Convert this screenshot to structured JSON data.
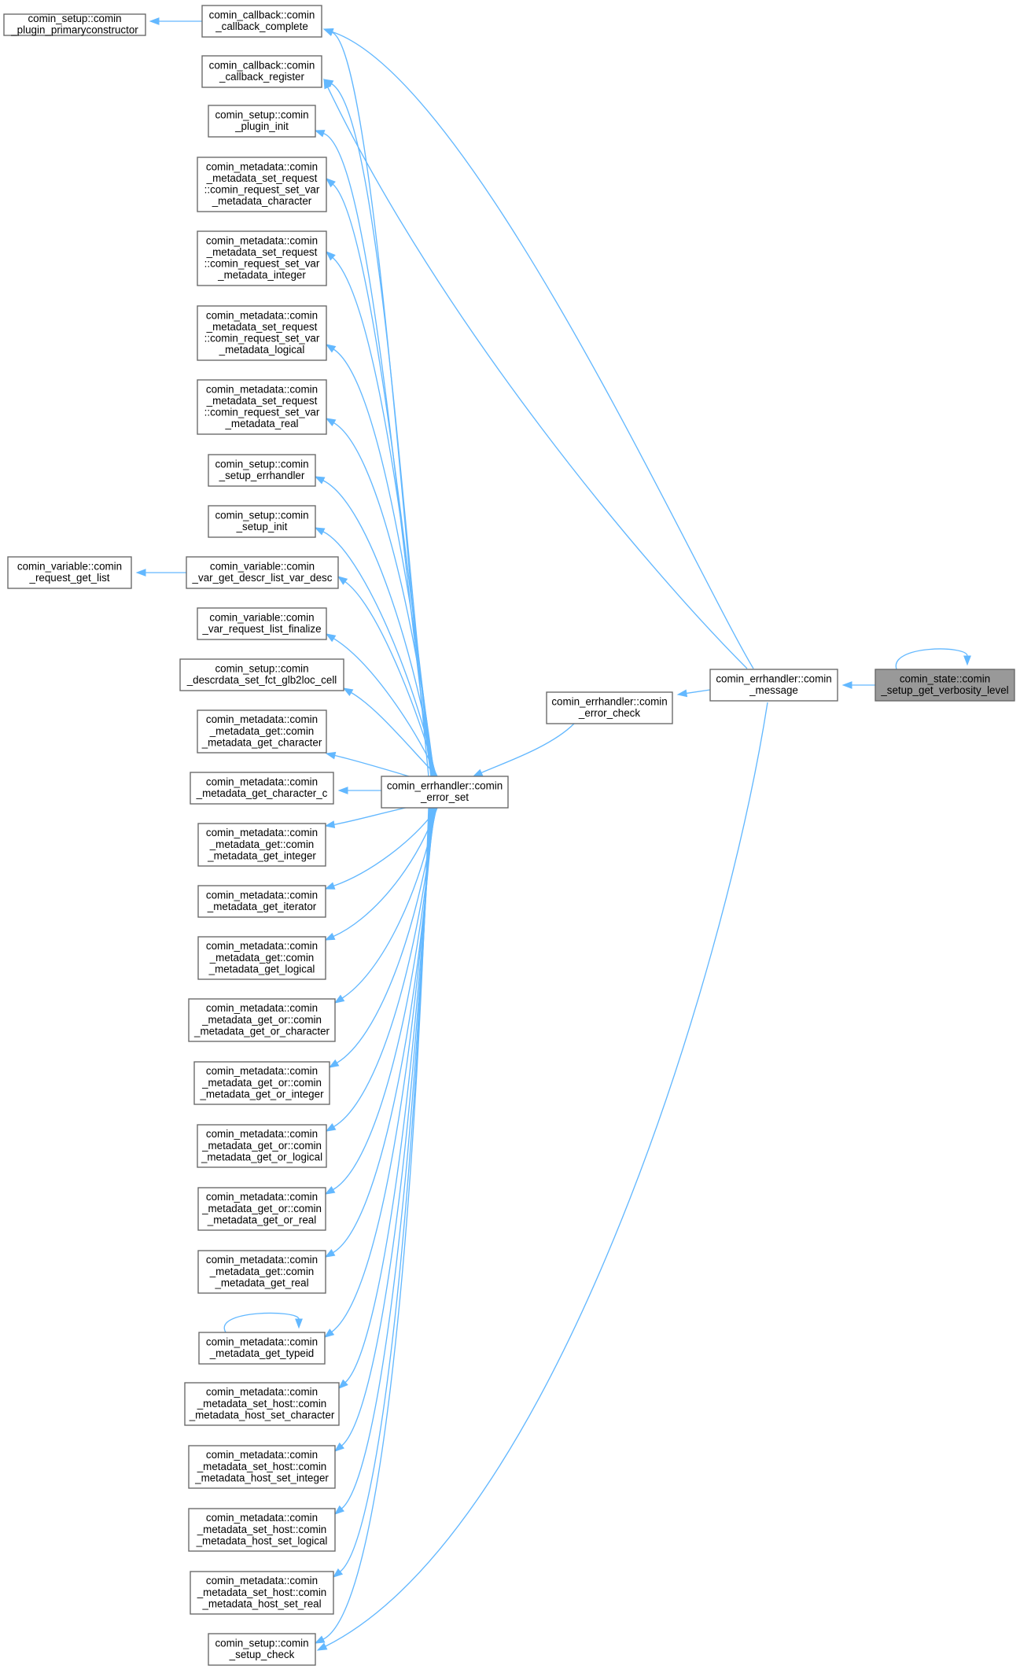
{
  "graph": {
    "nodes": [
      {
        "id": "n_target",
        "lines": [
          "comin_state::comin",
          "_setup_get_verbosity_level"
        ],
        "highlighted": true
      },
      {
        "id": "n_message",
        "lines": [
          "comin_errhandler::comin",
          "_message"
        ]
      },
      {
        "id": "n_error_check",
        "lines": [
          "comin_errhandler::comin",
          "_error_check"
        ]
      },
      {
        "id": "n_error_set",
        "lines": [
          "comin_errhandler::comin",
          "_error_set"
        ]
      },
      {
        "id": "n_cb_complete",
        "lines": [
          "comin_callback::comin",
          "_callback_complete"
        ]
      },
      {
        "id": "n_primaryctor",
        "lines": [
          "comin_setup::comin",
          "_plugin_primaryconstructor"
        ]
      },
      {
        "id": "n_cb_register",
        "lines": [
          "comin_callback::comin",
          "_callback_register"
        ]
      },
      {
        "id": "n_plugin_init",
        "lines": [
          "comin_setup::comin",
          "_plugin_init"
        ]
      },
      {
        "id": "n_set_char",
        "lines": [
          "comin_metadata::comin",
          "_metadata_set_request",
          "::comin_request_set_var",
          "_metadata_character"
        ]
      },
      {
        "id": "n_set_int",
        "lines": [
          "comin_metadata::comin",
          "_metadata_set_request",
          "::comin_request_set_var",
          "_metadata_integer"
        ]
      },
      {
        "id": "n_set_log",
        "lines": [
          "comin_metadata::comin",
          "_metadata_set_request",
          "::comin_request_set_var",
          "_metadata_logical"
        ]
      },
      {
        "id": "n_set_real",
        "lines": [
          "comin_metadata::comin",
          "_metadata_set_request",
          "::comin_request_set_var",
          "_metadata_real"
        ]
      },
      {
        "id": "n_setup_errh",
        "lines": [
          "comin_setup::comin",
          "_setup_errhandler"
        ]
      },
      {
        "id": "n_setup_init",
        "lines": [
          "comin_setup::comin",
          "_setup_init"
        ]
      },
      {
        "id": "n_var_desc",
        "lines": [
          "comin_variable::comin",
          "_var_get_descr_list_var_desc"
        ]
      },
      {
        "id": "n_req_list",
        "lines": [
          "comin_variable::comin",
          "_request_get_list"
        ]
      },
      {
        "id": "n_var_finalize",
        "lines": [
          "comin_variable::comin",
          "_var_request_list_finalize"
        ]
      },
      {
        "id": "n_glb2loc",
        "lines": [
          "comin_setup::comin",
          "_descrdata_set_fct_glb2loc_cell"
        ]
      },
      {
        "id": "n_get_char",
        "lines": [
          "comin_metadata::comin",
          "_metadata_get::comin",
          "_metadata_get_character"
        ]
      },
      {
        "id": "n_get_char_c",
        "lines": [
          "comin_metadata::comin",
          "_metadata_get_character_c"
        ]
      },
      {
        "id": "n_get_int",
        "lines": [
          "comin_metadata::comin",
          "_metadata_get::comin",
          "_metadata_get_integer"
        ]
      },
      {
        "id": "n_get_iter",
        "lines": [
          "comin_metadata::comin",
          "_metadata_get_iterator"
        ]
      },
      {
        "id": "n_get_log",
        "lines": [
          "comin_metadata::comin",
          "_metadata_get::comin",
          "_metadata_get_logical"
        ]
      },
      {
        "id": "n_getor_char",
        "lines": [
          "comin_metadata::comin",
          "_metadata_get_or::comin",
          "_metadata_get_or_character"
        ]
      },
      {
        "id": "n_getor_int",
        "lines": [
          "comin_metadata::comin",
          "_metadata_get_or::comin",
          "_metadata_get_or_integer"
        ]
      },
      {
        "id": "n_getor_log",
        "lines": [
          "comin_metadata::comin",
          "_metadata_get_or::comin",
          "_metadata_get_or_logical"
        ]
      },
      {
        "id": "n_getor_real",
        "lines": [
          "comin_metadata::comin",
          "_metadata_get_or::comin",
          "_metadata_get_or_real"
        ]
      },
      {
        "id": "n_get_real",
        "lines": [
          "comin_metadata::comin",
          "_metadata_get::comin",
          "_metadata_get_real"
        ]
      },
      {
        "id": "n_typeid",
        "lines": [
          "comin_metadata::comin",
          "_metadata_get_typeid"
        ]
      },
      {
        "id": "n_host_char",
        "lines": [
          "comin_metadata::comin",
          "_metadata_set_host::comin",
          "_metadata_host_set_character"
        ]
      },
      {
        "id": "n_host_int",
        "lines": [
          "comin_metadata::comin",
          "_metadata_set_host::comin",
          "_metadata_host_set_integer"
        ]
      },
      {
        "id": "n_host_log",
        "lines": [
          "comin_metadata::comin",
          "_metadata_set_host::comin",
          "_metadata_host_set_logical"
        ]
      },
      {
        "id": "n_host_real",
        "lines": [
          "comin_metadata::comin",
          "_metadata_set_host::comin",
          "_metadata_host_set_real"
        ]
      },
      {
        "id": "n_setup_check",
        "lines": [
          "comin_setup::comin",
          "_setup_check"
        ]
      }
    ],
    "edges": [
      {
        "from": "n_target",
        "to": "n_target"
      },
      {
        "from": "n_target",
        "to": "n_message"
      },
      {
        "from": "n_message",
        "to": "n_cb_complete"
      },
      {
        "from": "n_message",
        "to": "n_cb_register"
      },
      {
        "from": "n_message",
        "to": "n_error_check"
      },
      {
        "from": "n_message",
        "to": "n_setup_check"
      },
      {
        "from": "n_error_check",
        "to": "n_error_set"
      },
      {
        "from": "n_cb_complete",
        "to": "n_primaryctor"
      },
      {
        "from": "n_error_set",
        "to": "n_cb_complete"
      },
      {
        "from": "n_error_set",
        "to": "n_cb_register"
      },
      {
        "from": "n_error_set",
        "to": "n_plugin_init"
      },
      {
        "from": "n_error_set",
        "to": "n_set_char"
      },
      {
        "from": "n_error_set",
        "to": "n_set_int"
      },
      {
        "from": "n_error_set",
        "to": "n_set_log"
      },
      {
        "from": "n_error_set",
        "to": "n_set_real"
      },
      {
        "from": "n_error_set",
        "to": "n_setup_errh"
      },
      {
        "from": "n_error_set",
        "to": "n_setup_init"
      },
      {
        "from": "n_error_set",
        "to": "n_var_desc"
      },
      {
        "from": "n_var_desc",
        "to": "n_req_list"
      },
      {
        "from": "n_error_set",
        "to": "n_var_finalize"
      },
      {
        "from": "n_error_set",
        "to": "n_glb2loc"
      },
      {
        "from": "n_error_set",
        "to": "n_get_char"
      },
      {
        "from": "n_error_set",
        "to": "n_get_char_c"
      },
      {
        "from": "n_error_set",
        "to": "n_get_int"
      },
      {
        "from": "n_error_set",
        "to": "n_get_iter"
      },
      {
        "from": "n_error_set",
        "to": "n_get_log"
      },
      {
        "from": "n_error_set",
        "to": "n_getor_char"
      },
      {
        "from": "n_error_set",
        "to": "n_getor_int"
      },
      {
        "from": "n_error_set",
        "to": "n_getor_log"
      },
      {
        "from": "n_error_set",
        "to": "n_getor_real"
      },
      {
        "from": "n_error_set",
        "to": "n_get_real"
      },
      {
        "from": "n_error_set",
        "to": "n_typeid"
      },
      {
        "from": "n_typeid",
        "to": "n_typeid"
      },
      {
        "from": "n_error_set",
        "to": "n_host_char"
      },
      {
        "from": "n_error_set",
        "to": "n_host_int"
      },
      {
        "from": "n_error_set",
        "to": "n_host_log"
      },
      {
        "from": "n_error_set",
        "to": "n_host_real"
      },
      {
        "from": "n_error_set",
        "to": "n_setup_check"
      }
    ],
    "colors": {
      "edge": "#63b8ff",
      "node_border": "#666666",
      "node_fill": "#ffffff",
      "highlight_fill": "#999999"
    }
  }
}
